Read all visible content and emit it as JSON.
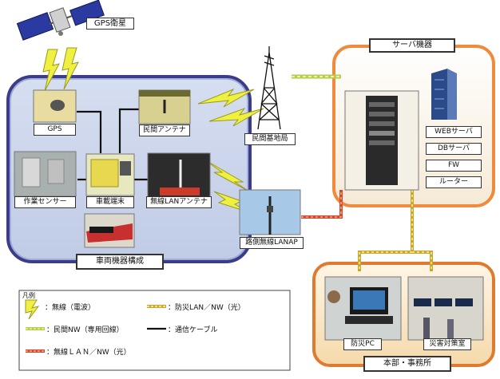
{
  "labels": {
    "gps_satellite": "GPS衛星",
    "server_title": "サーバ機器",
    "base_station": "民間基地局",
    "gps": "GPS",
    "private_antenna": "民間アンテナ",
    "work_sensor": "作業センサー",
    "vehicle_terminal": "車載端末",
    "wlan_antenna": "無線LANアンテナ",
    "vehicle_config": "車両機器構成",
    "roadside_ap": "路側無線LANAP",
    "web_server": "WEBサーバ",
    "db_server": "DBサーバ",
    "fw": "FW",
    "router": "ルーター",
    "disaster_pc": "防災PC",
    "disaster_room": "災害対策室",
    "hq": "本部・事務所"
  },
  "legend": {
    "title": "凡例",
    "wireless_radio": "：無線（電波）",
    "private_nw": "：民間NW（専用回線）",
    "wlan_nw": "：無線ＬＡＮ／NW（光）",
    "disaster_lan": "：防災LAN／NW（光）",
    "comm_cable": "：通信ケーブル"
  },
  "colors": {
    "vehicle_border": "#3c3c8c",
    "server_border": "#f08a3c",
    "hq_border": "#e07a30",
    "bolt": "#f0f040",
    "private_nw_line": "#b8cc4a",
    "wlan_line": "#d84a30",
    "disaster_line": "#c8a830"
  }
}
